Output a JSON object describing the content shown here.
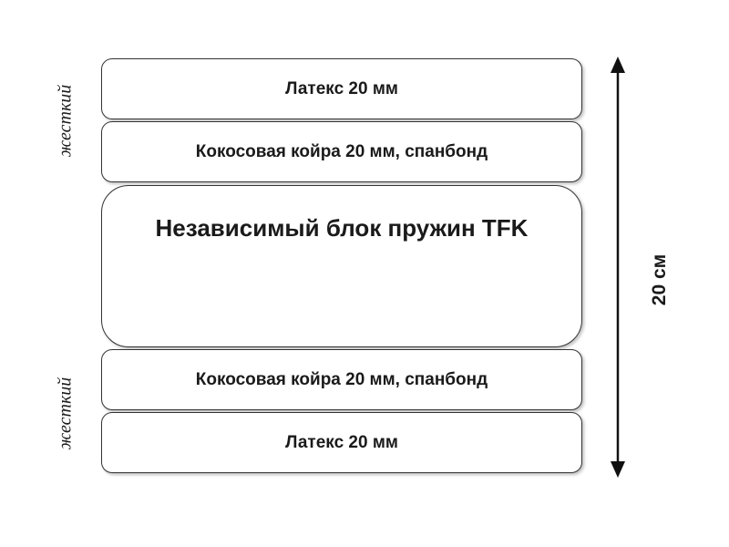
{
  "layers": {
    "top_latex": "Латекс 20 мм",
    "top_coir": "Кокосовая койра 20 мм, спанбонд",
    "spring_block": "Независимый блок пружин TFK",
    "bottom_coir": "Кокосовая койра 20 мм, спанбонд",
    "bottom_latex": "Латекс 20 мм"
  },
  "side_labels": {
    "top": "жесткий",
    "bottom": "жесткий"
  },
  "dimension": {
    "height_label": "20 см",
    "arrow_icon": "double-arrow-vertical-icon"
  }
}
